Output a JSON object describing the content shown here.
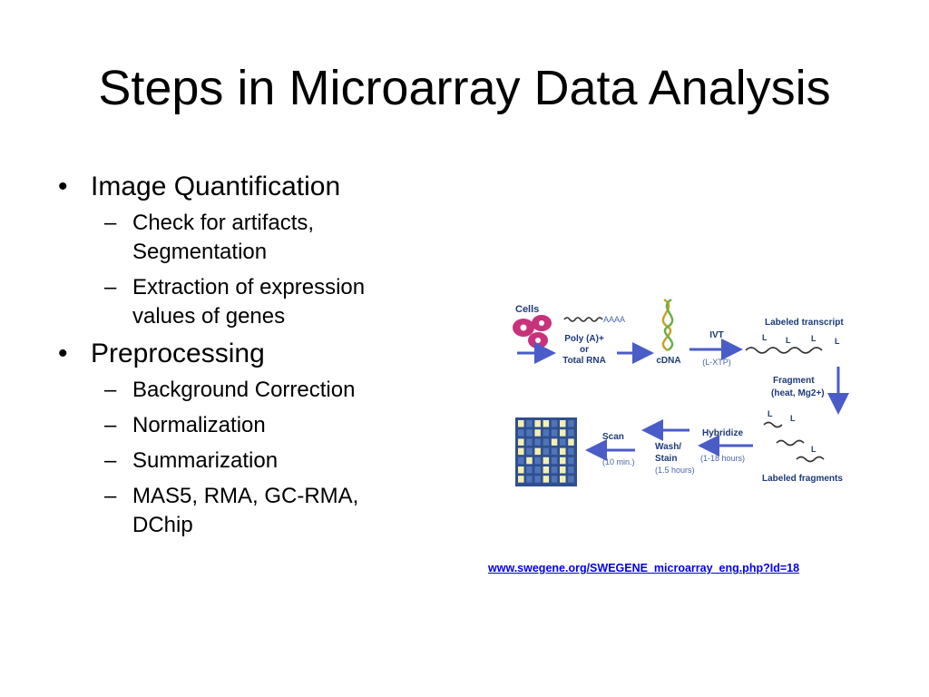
{
  "slide": {
    "title": "Steps in Microarray Data Analysis",
    "bullet_mark": "•",
    "dash_mark": "–",
    "bullets": [
      {
        "text": "Image Quantification",
        "subs": [
          "Check for artifacts, Segmentation",
          "Extraction of expression values of genes"
        ]
      },
      {
        "text": "Preprocessing",
        "subs": [
          "Background Correction",
          "Normalization",
          "Summarization",
          "MAS5, RMA, GC-RMA, DChip"
        ]
      }
    ],
    "source_link": "www.swegene.org/SWEGENE_microarray_eng.php?Id=18"
  },
  "diagram": {
    "cells": "Cells",
    "polya_tail": "AAAA",
    "polya_line1": "Poly (A)+",
    "polya_line2": "or",
    "polya_line3": "Total RNA",
    "cdna": "cDNA",
    "ivt": "IVT",
    "ivt_sub": "(L-XTP)",
    "labeled_transcript": "Labeled transcript",
    "fragment": "Fragment",
    "fragment_sub": "(heat, Mg2+)",
    "hybridize": "Hybridize",
    "hybridize_sub": "(1-18 hours)",
    "labeled_fragments": "Labeled fragments",
    "wash_line1": "Wash/",
    "wash_line2": "Stain",
    "wash_sub": "(1.5 hours)",
    "scan": "Scan",
    "scan_sub": "(10 min.)",
    "label_mark": "L",
    "colors": {
      "cells": "#c8327a",
      "arrow": "#4a5cc8",
      "text": "#1d3a78",
      "grid_bg": "#2f4f8f",
      "grid_cell": "#f3efb0"
    }
  }
}
